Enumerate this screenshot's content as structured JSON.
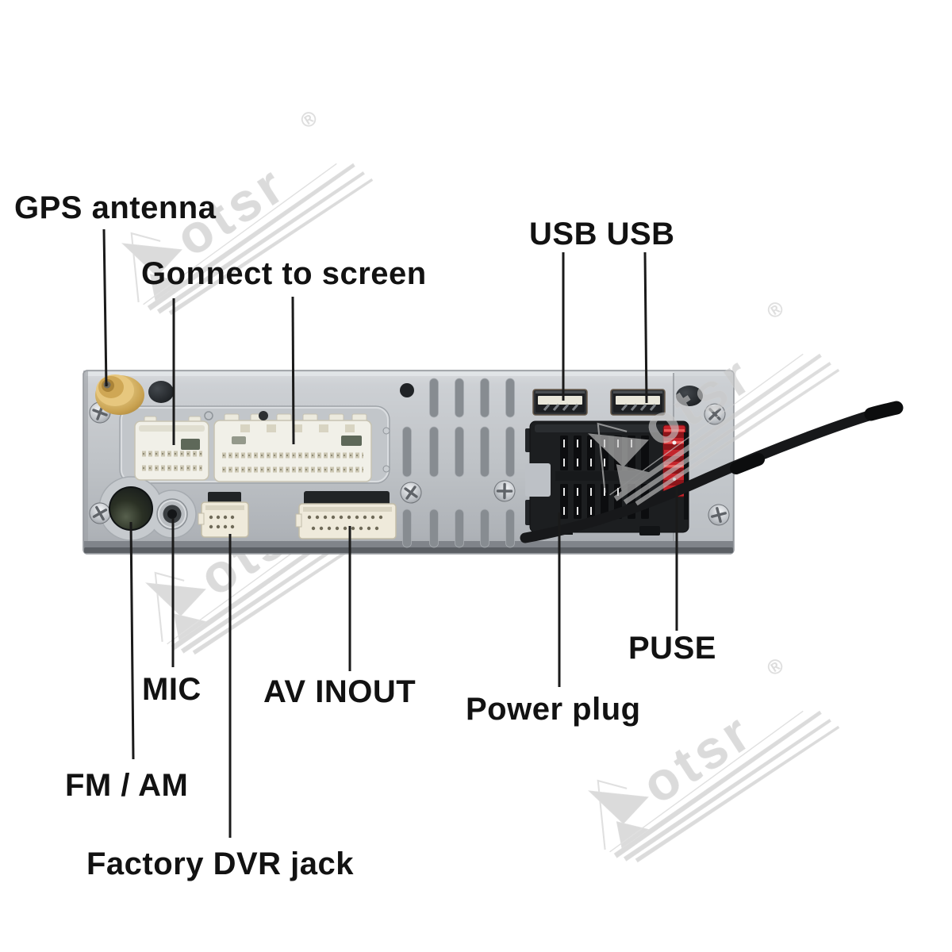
{
  "title": "Car head unit rear panel connection diagram",
  "labels": {
    "gps_antenna": "GPS antenna",
    "connect_to_screen": "Gonnect to screen",
    "usb": "USB USB",
    "puse": "PUSE",
    "power_plug": "Power plug",
    "mic": "MIC",
    "av_inout": "AV INOUT",
    "fm_am": "FM / AM",
    "factory_dvr_jack": "Factory DVR jack"
  },
  "watermark": {
    "brand": "Aotsr",
    "letters": "otsr",
    "registered": "®"
  },
  "colors": {
    "background": "#ffffff",
    "label_text": "#121212",
    "leader_line": "#1a1a1a",
    "watermark_gray": "#cccccc",
    "chassis_silver": "#bfc3c7",
    "connector_cream": "#f1f0e8",
    "power_block_black": "#1c1e20",
    "fuse_red": "#c4242b",
    "gps_gold": "#cfa755"
  }
}
